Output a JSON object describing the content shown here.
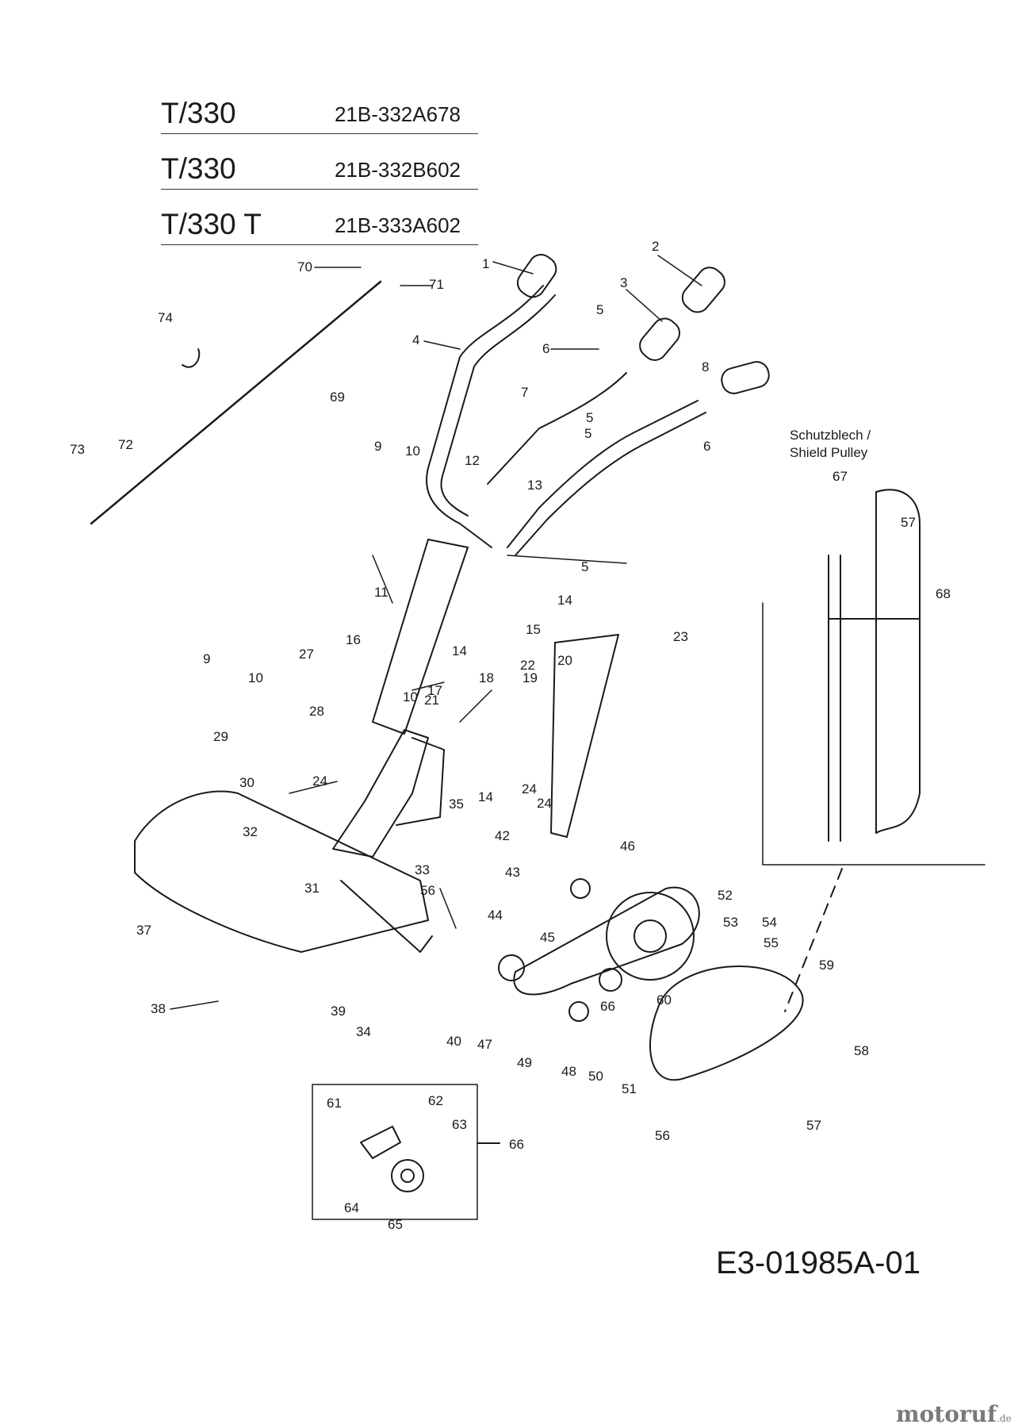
{
  "models": [
    {
      "name": "T/330",
      "code": "21B-332A678"
    },
    {
      "name": "T/330",
      "code": "21B-332B602"
    },
    {
      "name": "T/330 T",
      "code": "21B-333A602"
    }
  ],
  "inset": {
    "label_de": "Schutzblech /",
    "label_en": "Shield Pulley"
  },
  "callouts": [
    "1",
    "2",
    "3",
    "4",
    "5",
    "5",
    "5",
    "5",
    "6",
    "6",
    "7",
    "8",
    "9",
    "9",
    "10",
    "10",
    "10",
    "11",
    "12",
    "13",
    "14",
    "14",
    "14",
    "15",
    "16",
    "17",
    "18",
    "19",
    "20",
    "21",
    "22",
    "23",
    "24",
    "24",
    "24",
    "27",
    "28",
    "29",
    "30",
    "31",
    "32",
    "33",
    "34",
    "35",
    "37",
    "38",
    "39",
    "40",
    "42",
    "43",
    "44",
    "45",
    "46",
    "47",
    "48",
    "49",
    "50",
    "51",
    "52",
    "53",
    "54",
    "55",
    "56",
    "56",
    "57",
    "57",
    "58",
    "59",
    "60",
    "61",
    "62",
    "63",
    "64",
    "65",
    "66",
    "66",
    "67",
    "68",
    "69",
    "70",
    "71",
    "72",
    "73",
    "74"
  ],
  "drawing_code": "E3-01985A-01",
  "watermark": {
    "brand": "motoruf",
    "tld": ".de"
  },
  "colors": {
    "ink": "#1a1a1a",
    "watermark_grey": "#7a7a7a",
    "watermark_accent": "#e2241b"
  }
}
